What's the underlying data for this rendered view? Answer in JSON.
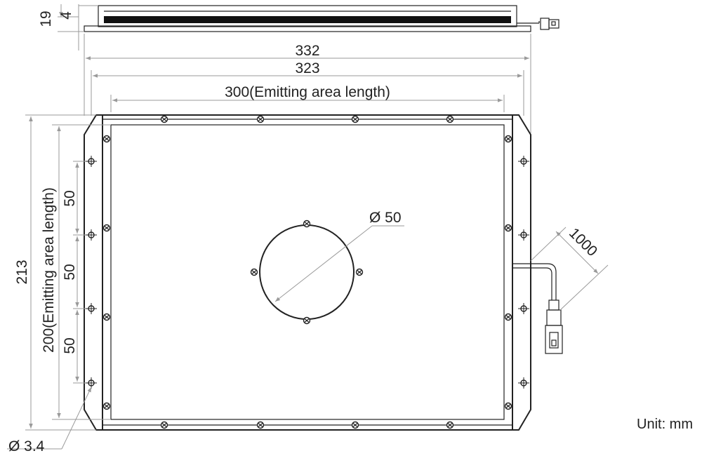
{
  "dimensions": {
    "overall_width": "332",
    "inner_width": "323",
    "emitting_width": "300(Emitting area length)",
    "overall_height": "213",
    "emitting_height": "200(Emitting area length)",
    "pitch_1": "50",
    "pitch_2": "50",
    "pitch_3": "50",
    "hole_diameter": "Ø 50",
    "mount_hole": "Ø 3.4",
    "cable_length": "1000",
    "side_total": "19",
    "side_thickness": "4"
  },
  "unit_label": "Unit: mm",
  "colors": {
    "outline": "#222222",
    "dimension_line": "#9a9a9a",
    "diffuser_strip": "#111111"
  }
}
